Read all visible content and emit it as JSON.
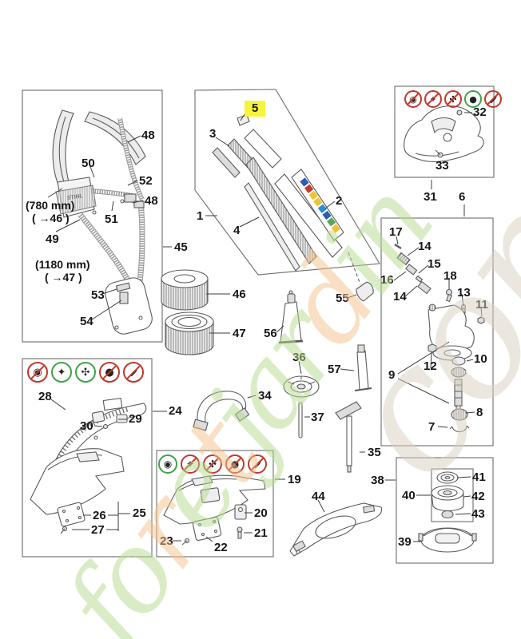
{
  "watermark": {
    "main": "foretjardin",
    "suffix": "com",
    "green": "#b7db8e",
    "orange": "#f5c28c",
    "beige": "#d9d0c1",
    "orange_letters": [
      2,
      4,
      8
    ]
  },
  "highlight": "#f5f53c",
  "labels": {
    "l1": "1",
    "l2": "2",
    "l3": "3",
    "l4": "4",
    "l5": "5",
    "l6": "6",
    "l7": "7",
    "l8": "8",
    "l9": "9",
    "l10": "10",
    "l11": "11",
    "l12": "12",
    "l13": "13",
    "l14": "14",
    "l15": "15",
    "l16": "16",
    "l17": "17",
    "l18": "18",
    "l19": "19",
    "l20": "20",
    "l21": "21",
    "l22": "22",
    "l23": "23",
    "l24": "24",
    "l25": "25",
    "l26": "26",
    "l27": "27",
    "l28": "28",
    "l29": "29",
    "l30": "30",
    "l31": "31",
    "l32": "32",
    "l33": "33",
    "l34": "34",
    "l35": "35",
    "l36": "36",
    "l37": "37",
    "l38": "38",
    "l39": "39",
    "l40": "40",
    "l41": "41",
    "l42": "42",
    "l43": "43",
    "l44": "44",
    "l45": "45",
    "l46": "46",
    "l47": "47",
    "l48": "48",
    "l49": "49",
    "l50": "50",
    "l51": "51",
    "l52": "52",
    "l53": "53",
    "l54": "54",
    "l55": "55",
    "l56": "56",
    "l57": "57",
    "mm780": "(780 mm)",
    "ref46": "( →46 )",
    "mm1180": "(1180 mm)",
    "ref47": "( →47 )",
    "stihl": "STIHL"
  },
  "icon_rows": {
    "handle": [
      {
        "type": "trimmer-head",
        "allowed": false
      },
      {
        "type": "square-blade",
        "allowed": false
      },
      {
        "type": "tri-blade",
        "allowed": false
      },
      {
        "type": "saw-disc",
        "allowed": true
      },
      {
        "type": "knife",
        "allowed": false
      }
    ],
    "guard": [
      {
        "type": "trimmer-head",
        "allowed": false
      },
      {
        "type": "square-blade",
        "allowed": true
      },
      {
        "type": "tri-blade",
        "allowed": true
      },
      {
        "type": "saw-disc",
        "allowed": false
      },
      {
        "type": "knife",
        "allowed": false
      }
    ],
    "deflector": [
      {
        "type": "trimmer-head",
        "allowed": true
      },
      {
        "type": "square-blade",
        "allowed": false
      },
      {
        "type": "tri-blade",
        "allowed": false
      },
      {
        "type": "saw-disc",
        "allowed": false
      },
      {
        "type": "knife",
        "allowed": false
      }
    ]
  },
  "sticker_icon_colors": [
    "#2b5fb4",
    "#c23b2f",
    "#f2c12e",
    "#f2c12e",
    "#2b8fd4",
    "#2b5fb4",
    "#57a85c",
    "#f2c12e"
  ]
}
